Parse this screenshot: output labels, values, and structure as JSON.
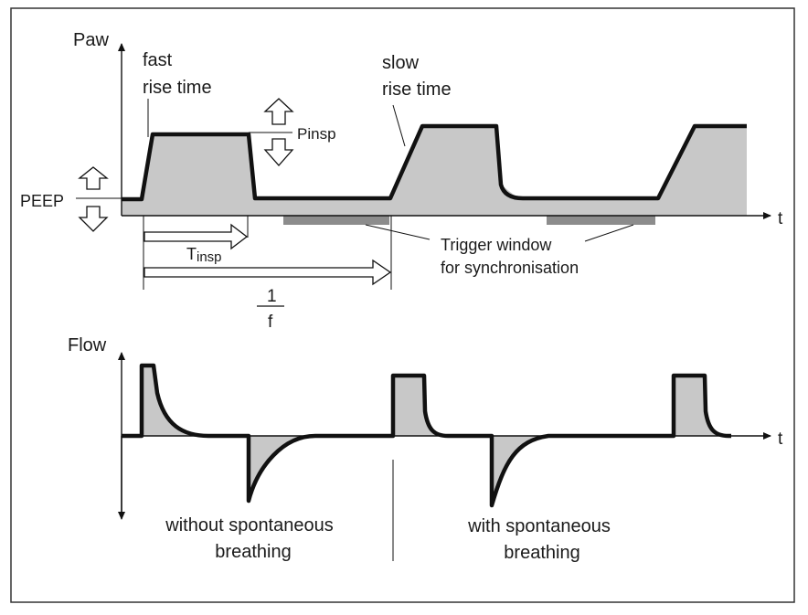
{
  "colors": {
    "frame": "#333333",
    "curve": "#111111",
    "fill": "#c8c8c8",
    "trigger_window": "#8c8c8c",
    "axis": "#111111"
  },
  "pressure_panel": {
    "y_axis_label": "Paw",
    "x_axis_label": "t",
    "peep_label": "PEEP",
    "pinsp_label": "Pinsp",
    "fast_rise_label_line1": "fast",
    "fast_rise_label_line2": "rise time",
    "slow_rise_label_line1": "slow",
    "slow_rise_label_line2": "rise time",
    "tinsp_label_main": "T",
    "tinsp_label_sub": "insp",
    "period_numerator": "1",
    "period_denominator": "f",
    "trigger_label_line1": "Trigger window",
    "trigger_label_line2": "for synchronisation"
  },
  "flow_panel": {
    "y_axis_label": "Flow",
    "x_axis_label": "t",
    "without_label_line1": "without spontaneous",
    "without_label_line2": "breathing",
    "with_label_line1": "with spontaneous",
    "with_label_line2": "breathing"
  }
}
